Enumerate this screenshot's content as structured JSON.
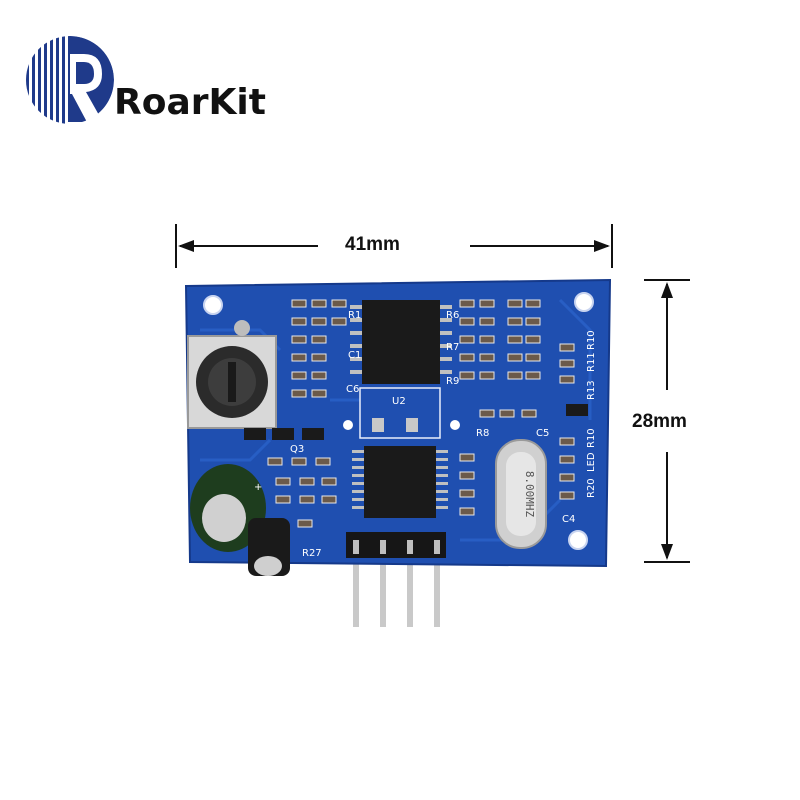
{
  "brand": {
    "name": "RoarKit",
    "color": "#1f3a8a"
  },
  "dimensions": {
    "width_label": "41mm",
    "height_label": "28mm"
  },
  "board": {
    "color": "#1f4fb0",
    "labels": [
      "R1",
      "C1",
      "C6",
      "R6",
      "R7",
      "R9",
      "U2",
      "R8",
      "C5",
      "R13",
      "R11",
      "R10",
      "R20",
      "LED",
      "R10",
      "C4",
      "Q3",
      "R27"
    ],
    "crystal_marking": "8.00MHZ",
    "pin_count": 4
  }
}
